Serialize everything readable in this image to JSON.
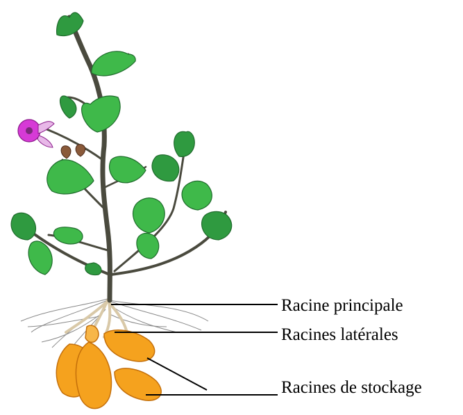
{
  "labels": {
    "main_root": "Racine principale",
    "lateral_roots": "Racines latérales",
    "storage_roots": "Racines de stockage"
  },
  "colors": {
    "leaf": "#3fb94a",
    "leaf_dark": "#1f6b2c",
    "stem": "#4a4a3e",
    "flower": "#d63ad6",
    "flower_center": "#7a2a7a",
    "bud": "#8a5a3a",
    "tuber": "#f5a21e",
    "tuber_outline": "#c46f0a",
    "roots": "#888888",
    "leader_line": "#000000"
  },
  "icons": {
    "plant": "sweet-potato-plant-illustration"
  }
}
